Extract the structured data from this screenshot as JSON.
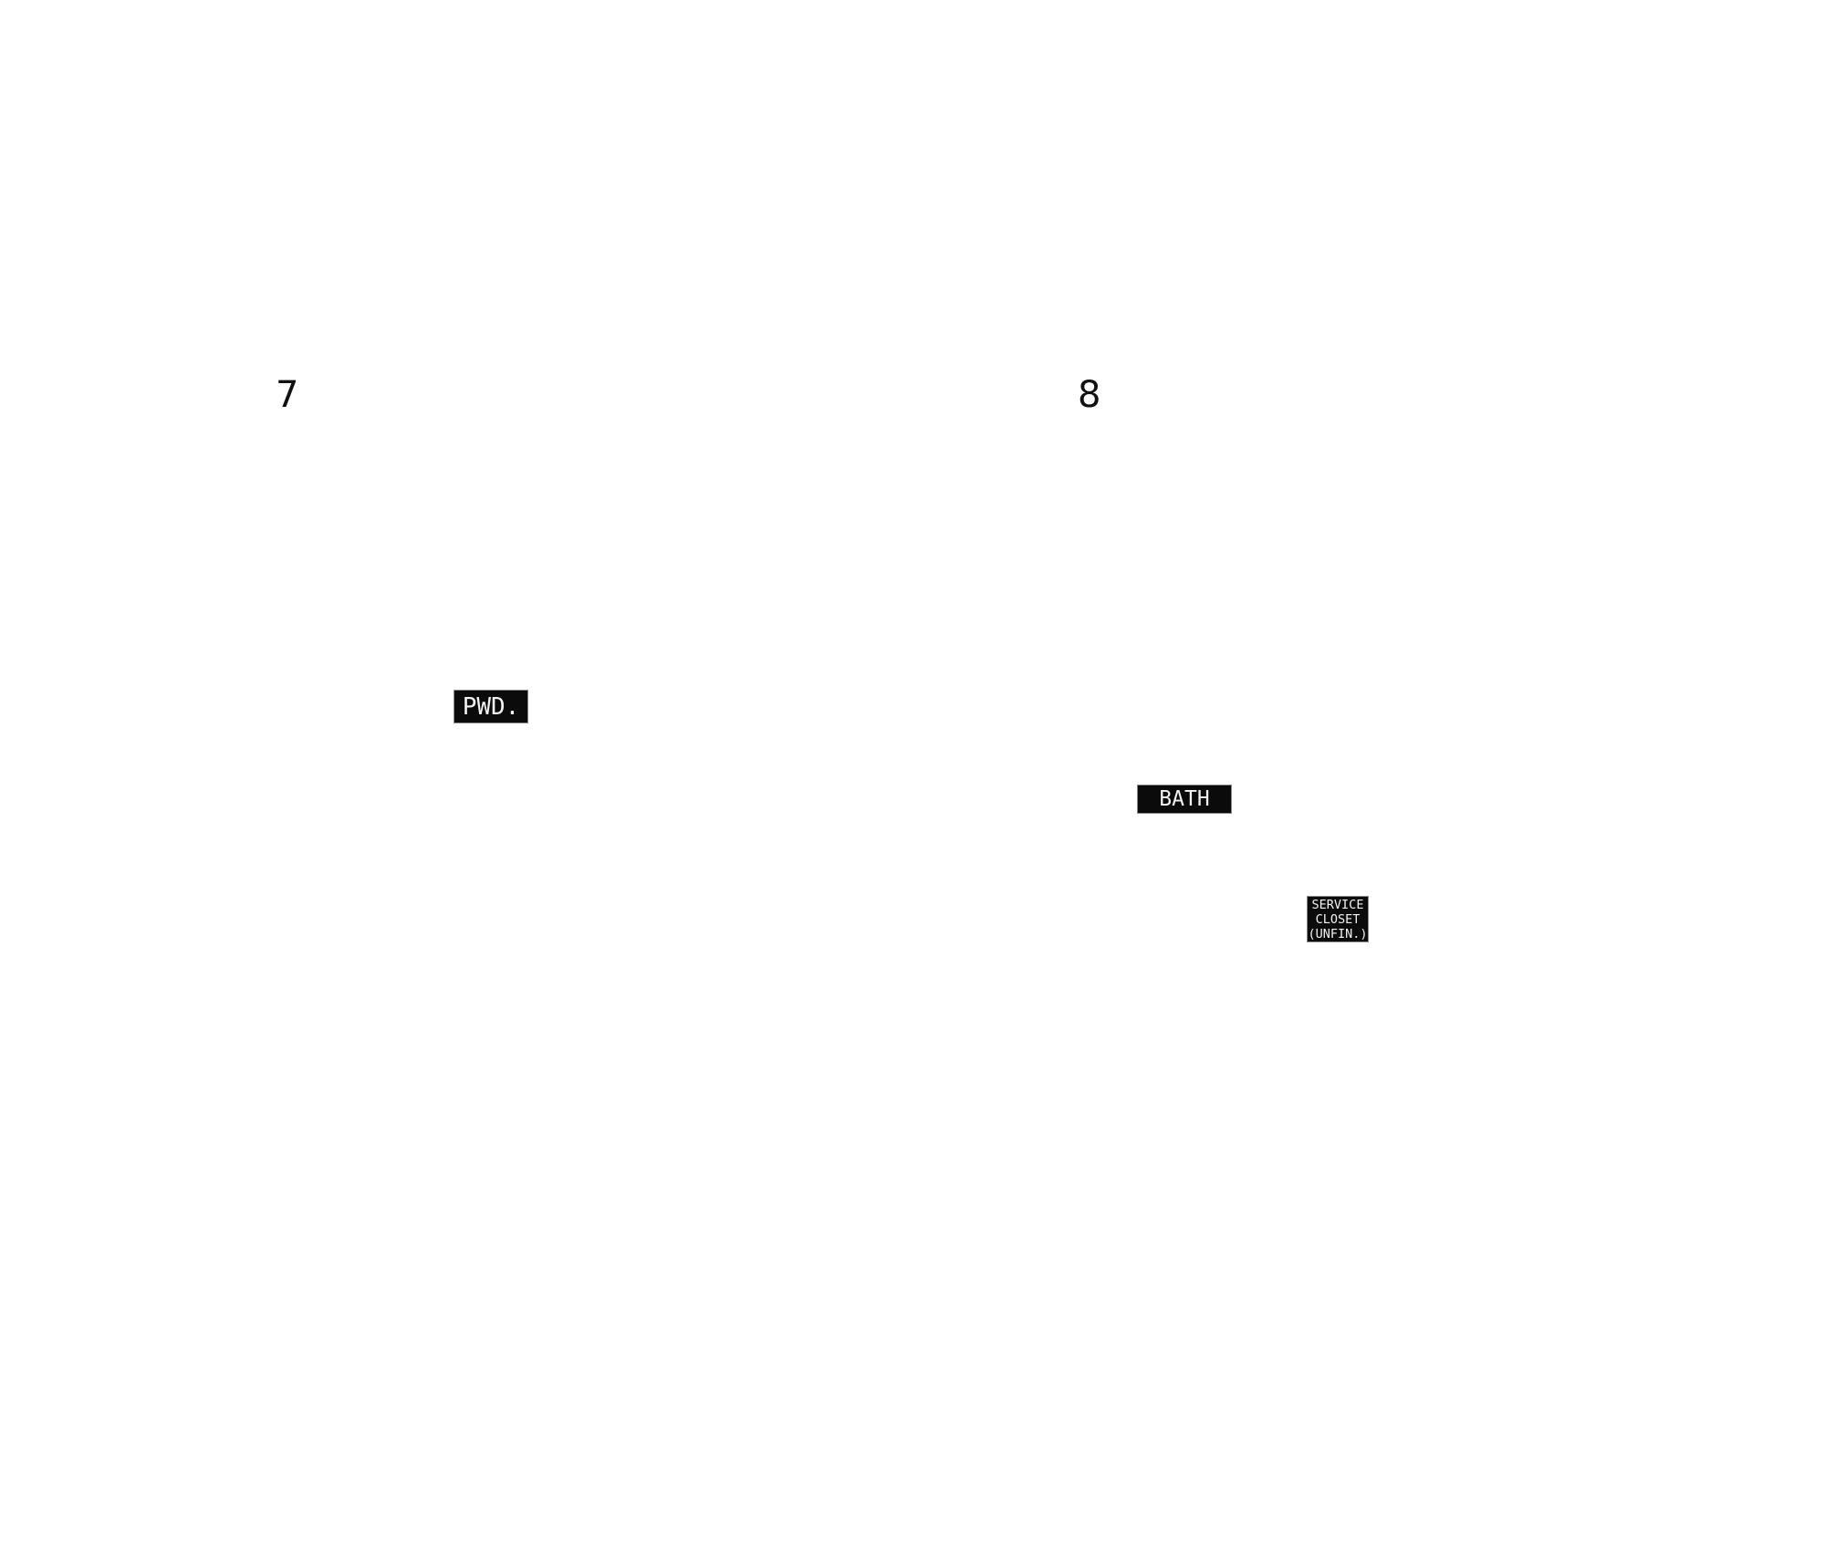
{
  "room_numbers": [
    "7",
    "8"
  ],
  "labels": {
    "powder_room": "PWD.",
    "bath": "BATH",
    "service_closet": [
      "SERVICE",
      "CLOSET",
      "(UNFIN.)"
    ]
  },
  "colors": {
    "label_bg": "#0b0b0b",
    "label_text": "#f2f2f2",
    "background": "#ffffff"
  }
}
